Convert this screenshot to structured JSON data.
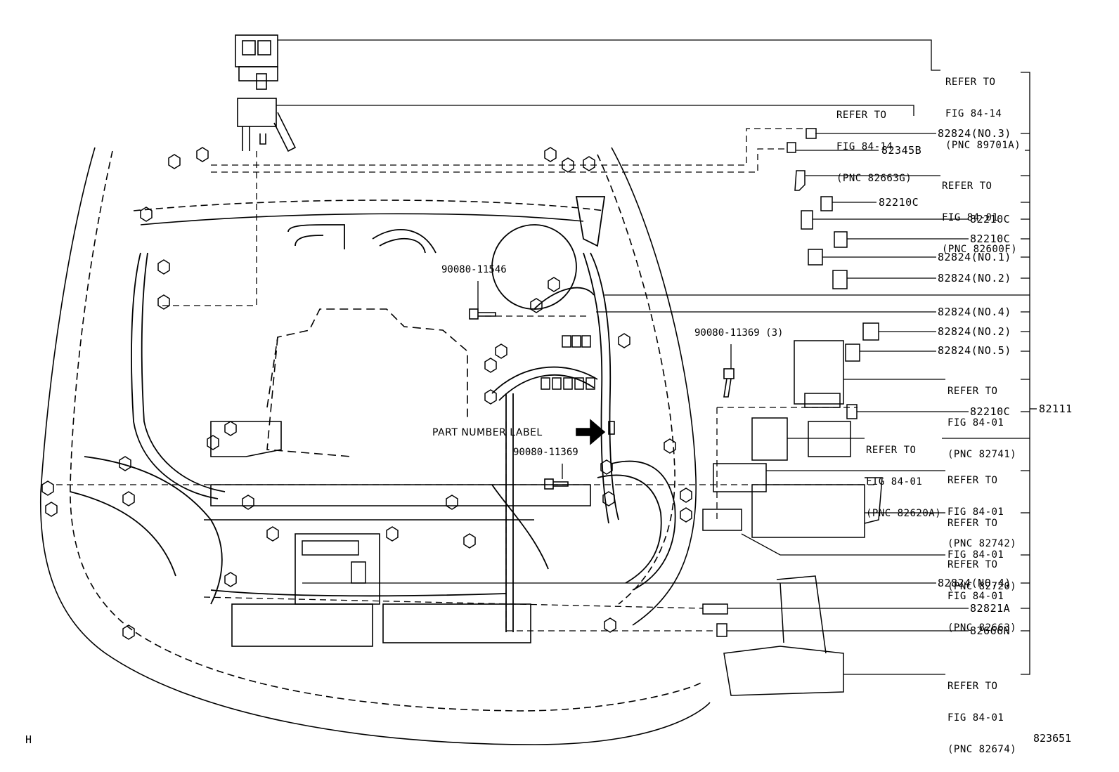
{
  "refs": {
    "r1": [
      "REFER TO",
      "FIG 84-14",
      "(PNC 89701A)"
    ],
    "r2": [
      "REFER TO",
      "FIG 84-14",
      "(PNC 82663G)"
    ],
    "r3": [
      "REFER TO",
      "FIG 84-01",
      "(PNC 82600F)"
    ],
    "r4": [
      "REFER TO",
      "FIG 84-01",
      "(PNC 82741)"
    ],
    "r5": [
      "REFER TO",
      "FIG 84-01",
      "(PNC 82620A)"
    ],
    "r6": [
      "REFER TO",
      "FIG 84-01",
      "(PNC 82742)"
    ],
    "r7": [
      "REFER TO",
      "FIG 84-01",
      "(PNC 82720)"
    ],
    "r8": [
      "REFER TO",
      "FIG 84-01",
      "(PNC 82663)"
    ],
    "r9": [
      "REFER TO",
      "FIG 84-01",
      "(PNC 82674)"
    ]
  },
  "parts": {
    "p82824_no3": "82824(NO.3)",
    "p82345b": "82345B",
    "p82210c_a": "82210C",
    "p82210c_b": "82210C",
    "p82210c_c": "82210C",
    "p82824_no1": "82824(NO.1)",
    "p82824_no2_a": "82824(NO.2)",
    "p82824_no4_a": "82824(NO.4)",
    "p82824_no2_b": "82824(NO.2)",
    "p82824_no5": "82824(NO.5)",
    "p82210c_d": "82210C",
    "p82111": "82111",
    "p82824_no4_b": "82824(NO.4)",
    "p82821a": "82821A",
    "p82666n": "82666N"
  },
  "bolts": {
    "b1": "90080-11546",
    "b2": "90080-11369 (3)",
    "b3": "90080-11369"
  },
  "part_number_label": "PART NUMBER LABEL",
  "corner_left": "H",
  "figure_number": "823651"
}
